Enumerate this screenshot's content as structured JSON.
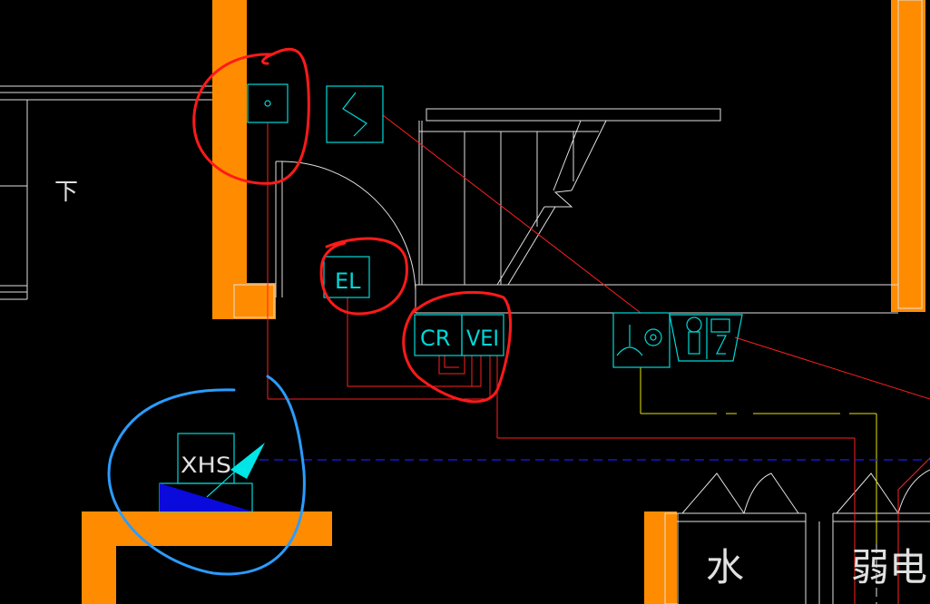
{
  "labels": {
    "down": "下",
    "el": "EL",
    "cr": "CR",
    "vei": "VEI",
    "xhs": "XHS",
    "water": "水",
    "weak_current": "弱电"
  },
  "colors": {
    "background": "#000000",
    "wall": "#ff8c00",
    "cyan_symbol": "#00d8d8",
    "red_wire": "#ff2020",
    "white_line": "#e0e0e0",
    "yellow_wire": "#e6e600",
    "blue_dashed": "#1a1aff",
    "red_markup": "#ff1a1a",
    "blue_markup": "#2b9cff",
    "blue_fill": "#0a0adc",
    "cyan_fill": "#00e5e5"
  },
  "icons": {
    "ceiling_outlet": "small-circle-in-square-icon",
    "switch": "s-switch-icon",
    "speaker_alarm": "bell-circle-icon",
    "sensor_pair": "lamp-sensor-icon"
  }
}
